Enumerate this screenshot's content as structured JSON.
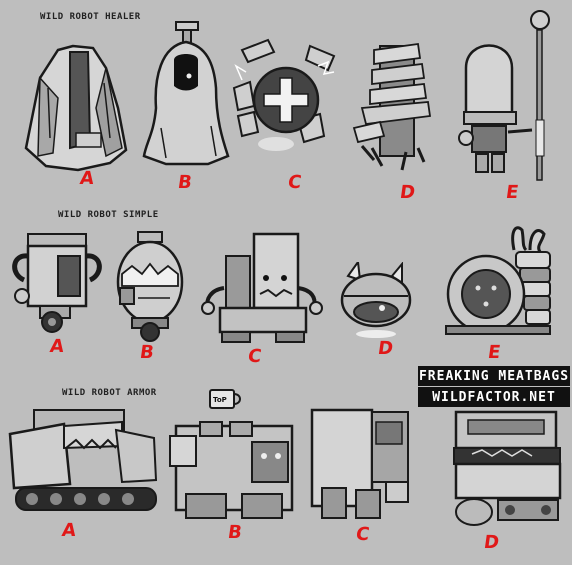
{
  "sections": [
    {
      "title": "WILD ROBOT HEALER",
      "variants": [
        {
          "letter": "A"
        },
        {
          "letter": "B"
        },
        {
          "letter": "C"
        },
        {
          "letter": "D"
        },
        {
          "letter": "E"
        }
      ]
    },
    {
      "title": "WILD ROBOT SIMPLE",
      "variants": [
        {
          "letter": "A"
        },
        {
          "letter": "B"
        },
        {
          "letter": "C"
        },
        {
          "letter": "D"
        },
        {
          "letter": "E"
        }
      ]
    },
    {
      "title": "WILD ROBOT ARMOR",
      "variants": [
        {
          "letter": "A"
        },
        {
          "letter": "B"
        },
        {
          "letter": "C"
        },
        {
          "letter": "D"
        }
      ]
    }
  ],
  "banner": {
    "line1": "FREAKING MEATBAGS",
    "line2": "WILDFACTOR.NET"
  },
  "props": {
    "mug_label": "ToP"
  },
  "colors": {
    "background": "#bebebe",
    "letters": "#e01818",
    "banner_bg": "#111111",
    "banner_text": "#ffffff",
    "ink": "#1a1a1a"
  }
}
